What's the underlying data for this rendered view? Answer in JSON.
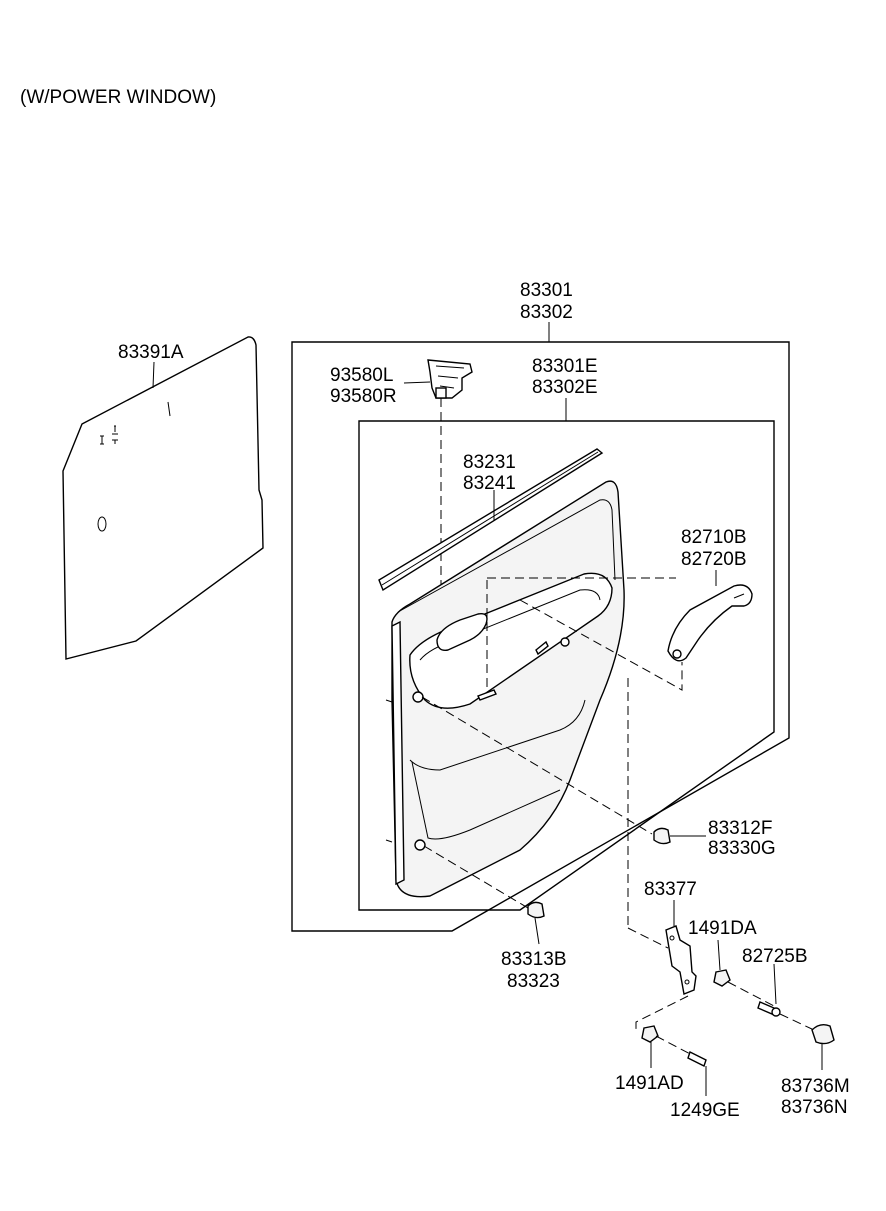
{
  "header": {
    "note": "(W/POWER WINDOW)"
  },
  "labels": {
    "assembly": [
      "83301",
      "83302"
    ],
    "vapor_barrier": "83391A",
    "switch": [
      "93580L",
      "93580R"
    ],
    "panel": [
      "83301E",
      "83302E"
    ],
    "weatherstrip": [
      "83231",
      "83241"
    ],
    "handle": [
      "82710B",
      "82720B"
    ],
    "plug_cap": [
      "83312F",
      "83330G"
    ],
    "bracket": "83377",
    "nut_upper": "1491DA",
    "screw_upper": "82725B",
    "fastener_bottom": [
      "83313B",
      "83323"
    ],
    "nut_lower": "1491AD",
    "screw_lower": "1249GE",
    "cap_lower": [
      "83736M",
      "83736N"
    ]
  }
}
